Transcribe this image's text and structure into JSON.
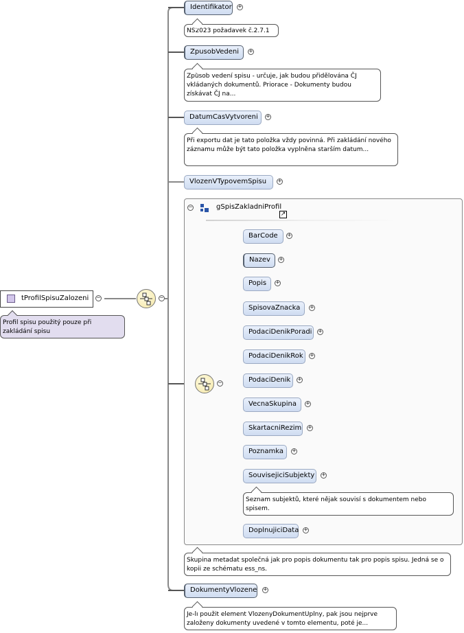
{
  "root": {
    "name": "tProfilSpisuZalozeni",
    "note": "Profil spisu použitý pouze při zakládání spisu"
  },
  "outer_sequence": {
    "elements": [
      {
        "name": "Identifikator",
        "note": "NS2023 požadavek č.2.7.1"
      },
      {
        "name": "ZpusobVedeni",
        "note": "Způsob vedení spisu - určuje, jak budou přidělována ČJ vkládaných dokumentů. Priorace - Dokumenty budou získávat ČJ na..."
      },
      {
        "name": "DatumCasVytvoreni",
        "note": "Při exportu dat je tato položka vždy povinná. Při zakládání nového záznamu může být tato položka vyplněna starším datum..."
      },
      {
        "name": "VlozenVTypovemSpisu"
      },
      {
        "name": "DokumentyVlozene",
        "note": "Je-li použit element VlozenyDokumentUplny, pak jsou nejprve založeny dokumenty uvedené v tomto elementu, poté je..."
      }
    ]
  },
  "group": {
    "name": "gSpisZakladniProfil",
    "note": "Skupina metadat společná jak pro popis dokumentu tak pro popis spisu. Jedná se o kopii ze schématu ess_ns.",
    "elements": [
      {
        "name": "BarCode"
      },
      {
        "name": "Nazev"
      },
      {
        "name": "Popis"
      },
      {
        "name": "SpisovaZnacka"
      },
      {
        "name": "PodaciDenikPoradi"
      },
      {
        "name": "PodaciDenikRok"
      },
      {
        "name": "PodaciDenik"
      },
      {
        "name": "VecnaSkupina"
      },
      {
        "name": "SkartacniRezim"
      },
      {
        "name": "Poznamka"
      },
      {
        "name": "SouvisejiciSubjekty",
        "note": "Seznam subjektů, které nějak souvisí s dokumentem nebo spisem."
      },
      {
        "name": "DoplnujiciData"
      }
    ]
  },
  "symbols": {
    "expand": "+",
    "collapse": "−",
    "reference": "↗"
  }
}
